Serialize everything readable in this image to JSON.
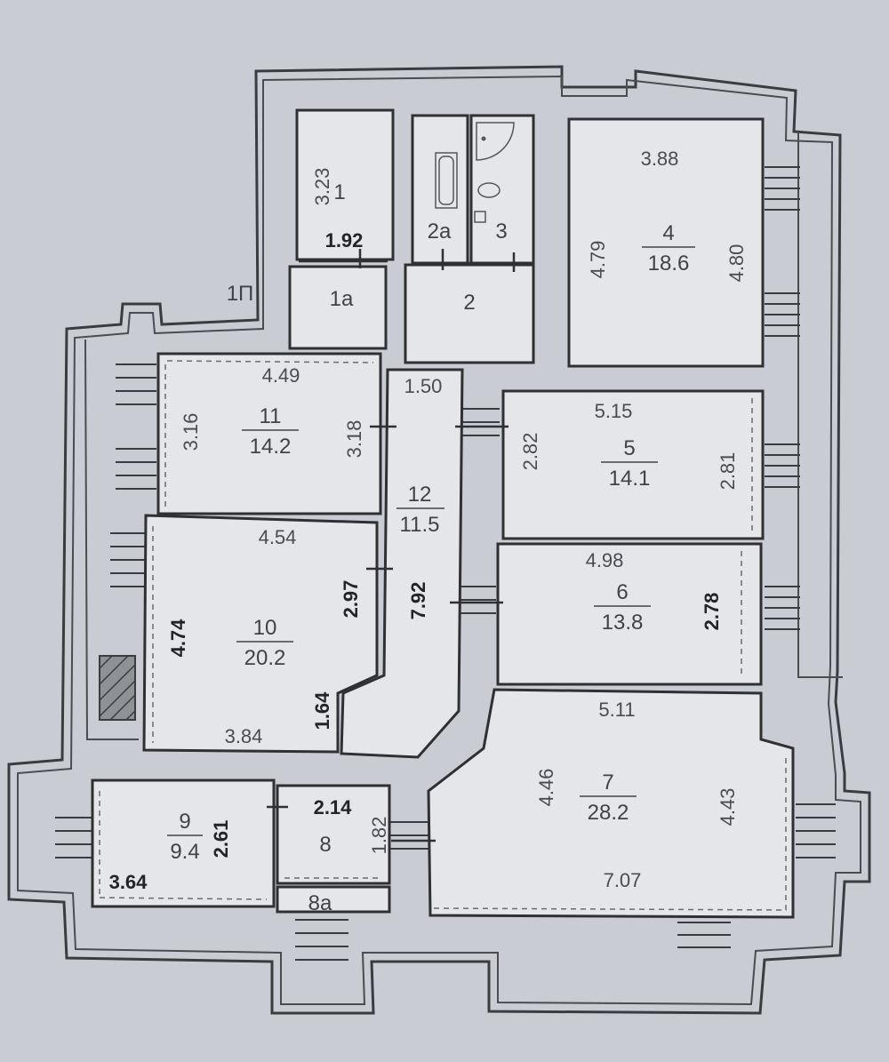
{
  "rooms": [
    {
      "id": "1",
      "label": "1",
      "area": "",
      "dims": [
        "3.23",
        "1.92"
      ]
    },
    {
      "id": "1a",
      "label": "1a",
      "area": "",
      "dims": []
    },
    {
      "id": "1p",
      "label": "1П",
      "area": "",
      "dims": []
    },
    {
      "id": "2",
      "label": "2",
      "area": "",
      "dims": []
    },
    {
      "id": "2a",
      "label": "2a",
      "area": "",
      "dims": []
    },
    {
      "id": "3",
      "label": "3",
      "area": "",
      "dims": []
    },
    {
      "id": "4",
      "label": "4",
      "area": "18.6",
      "dims": [
        "3.88",
        "4.79",
        "4.80"
      ]
    },
    {
      "id": "5",
      "label": "5",
      "area": "14.1",
      "dims": [
        "5.15",
        "2.82",
        "2.81"
      ]
    },
    {
      "id": "6",
      "label": "6",
      "area": "13.8",
      "dims": [
        "4.98",
        "2.78"
      ]
    },
    {
      "id": "7",
      "label": "7",
      "area": "28.2",
      "dims": [
        "5.11",
        "4.46",
        "4.43",
        "7.07"
      ]
    },
    {
      "id": "8",
      "label": "8",
      "area": "",
      "dims": [
        "2.14",
        "1.82"
      ]
    },
    {
      "id": "8a",
      "label": "8a",
      "area": "",
      "dims": []
    },
    {
      "id": "9",
      "label": "9",
      "area": "9.4",
      "dims": [
        "2.61",
        "3.64"
      ]
    },
    {
      "id": "10",
      "label": "10",
      "area": "20.2",
      "dims": [
        "4.54",
        "4.74",
        "2.97",
        "1.64",
        "3.84"
      ]
    },
    {
      "id": "11",
      "label": "11",
      "area": "14.2",
      "dims": [
        "4.49",
        "3.16",
        "3.18"
      ]
    },
    {
      "id": "12",
      "label": "12",
      "area": "11.5",
      "dims": [
        "1.50",
        "7.92"
      ]
    }
  ]
}
